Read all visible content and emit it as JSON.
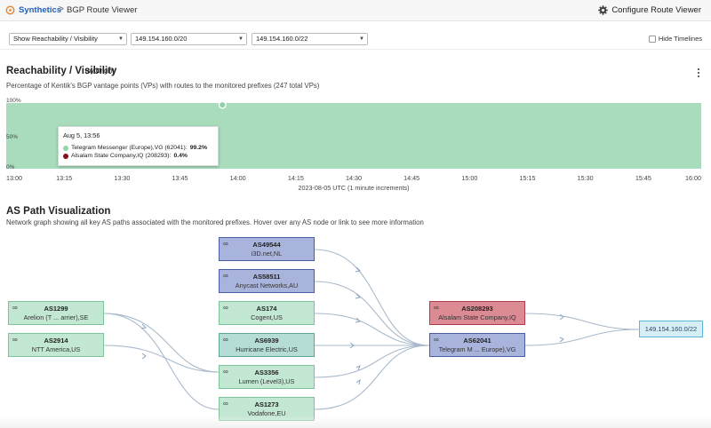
{
  "header": {
    "app_link": "Synthetics",
    "separator": ">",
    "current_page": "BGP Route Viewer",
    "configure_label": "Configure Route Viewer"
  },
  "filters": {
    "view_select": "Show Reachability / Visibility",
    "prefix_select_1": "149.154.160.0/20",
    "prefix_select_2": "149.154.160.0/22",
    "hide_timelines_label": "Hide Timelines",
    "hide_timelines_checked": false
  },
  "reachability": {
    "title": "Reachability / Visibility",
    "subtitle": "(by Origin)",
    "description": "Percentage of Kentik's BGP vantage points (VPs) with routes to the monitored prefixes (247 total VPs)",
    "tooltip": {
      "time": "Aug 5, 13:56",
      "rows": [
        {
          "label": "Telegram Messenger (Europe),VG (62041):",
          "value": "99.2%",
          "color": "#93d4ad"
        },
        {
          "label": "Alsalam State Company,IQ (208293):",
          "value": "0.4%",
          "color": "#8a0f1c"
        }
      ]
    }
  },
  "chart_data": {
    "type": "area",
    "x": [
      "13:00",
      "13:15",
      "13:30",
      "13:45",
      "14:00",
      "14:15",
      "14:30",
      "14:45",
      "15:00",
      "15:15",
      "15:30",
      "15:45",
      "16:00"
    ],
    "xlabel": "2023-08-05 UTC (1 minute increments)",
    "y_ticks": [
      "0%",
      "50%",
      "100%"
    ],
    "ylim": [
      0,
      100
    ],
    "series": [
      {
        "name": "Telegram Messenger (Europe),VG (62041)",
        "color": "#a8dcbc",
        "values": [
          100,
          100,
          100,
          100,
          100,
          100,
          100,
          100,
          100,
          100,
          100,
          100,
          100
        ]
      }
    ],
    "highlight": {
      "x": "13:56",
      "value": 99.2
    },
    "grid": false
  },
  "as_path": {
    "title": "AS Path Visualization",
    "description": "Network graph showing all key AS paths associated with the monitored prefixes. Hover over any AS node or link to see more information",
    "icon": "binoculars-icon",
    "nodes": [
      {
        "asn": "AS49544",
        "name": "i3D.net,NL",
        "style": "blue"
      },
      {
        "asn": "AS58511",
        "name": "Anycast Networks,AU",
        "style": "blue"
      },
      {
        "asn": "AS174",
        "name": "Cogent,US",
        "style": "green"
      },
      {
        "asn": "AS6939",
        "name": "Hurricane Electric,US",
        "style": "teal"
      },
      {
        "asn": "AS3356",
        "name": "Lumen (Level3),US",
        "style": "green"
      },
      {
        "asn": "AS1273",
        "name": "Vodafone,EU",
        "style": "green"
      },
      {
        "asn": "AS1299",
        "name": "Arelion (T ... arrier),SE",
        "style": "green"
      },
      {
        "asn": "AS2914",
        "name": "NTT America,US",
        "style": "green"
      },
      {
        "asn": "AS208293",
        "name": "Alsalam State Company,IQ",
        "style": "red"
      },
      {
        "asn": "AS62041",
        "name": "Telegram M ... Europe),VG",
        "style": "blue"
      }
    ],
    "prefix": "149.154.160.0/22"
  }
}
